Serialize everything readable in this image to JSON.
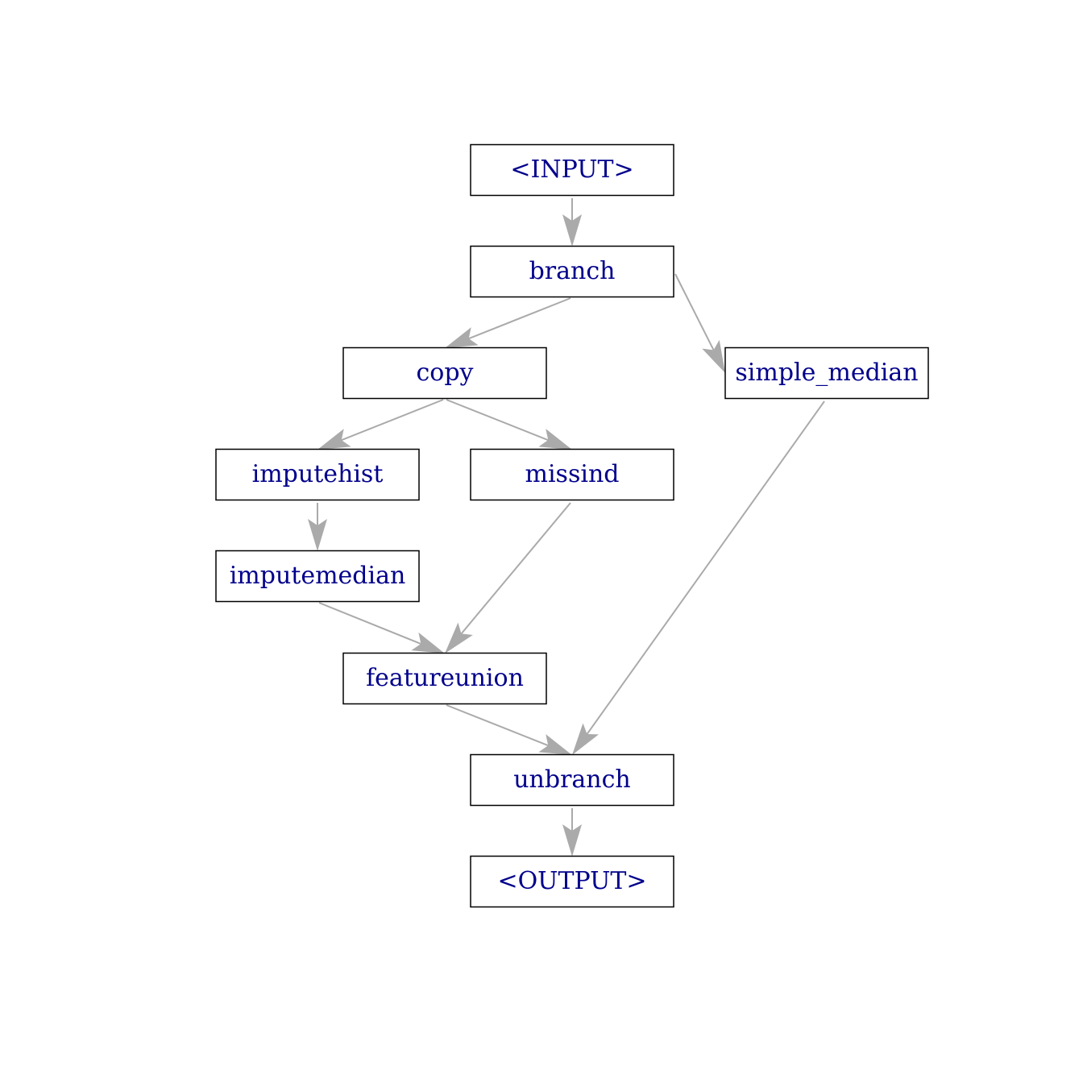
{
  "colors": {
    "node_text": "#00008b",
    "node_border": "#000000",
    "edge": "#aaaaaa",
    "background": "#ffffff"
  },
  "nodes": [
    {
      "id": "input",
      "label": "<INPUT>"
    },
    {
      "id": "branch",
      "label": "branch"
    },
    {
      "id": "copy",
      "label": "copy"
    },
    {
      "id": "simple_median",
      "label": "simple_median"
    },
    {
      "id": "imputehist",
      "label": "imputehist"
    },
    {
      "id": "missind",
      "label": "missind"
    },
    {
      "id": "imputemedian",
      "label": "imputemedian"
    },
    {
      "id": "featureunion",
      "label": "featureunion"
    },
    {
      "id": "unbranch",
      "label": "unbranch"
    },
    {
      "id": "output",
      "label": "<OUTPUT>"
    }
  ],
  "edges": [
    {
      "from": "input",
      "to": "branch"
    },
    {
      "from": "branch",
      "to": "copy"
    },
    {
      "from": "branch",
      "to": "simple_median"
    },
    {
      "from": "copy",
      "to": "imputehist"
    },
    {
      "from": "copy",
      "to": "missind"
    },
    {
      "from": "imputehist",
      "to": "imputemedian"
    },
    {
      "from": "imputemedian",
      "to": "featureunion"
    },
    {
      "from": "missind",
      "to": "featureunion"
    },
    {
      "from": "featureunion",
      "to": "unbranch"
    },
    {
      "from": "simple_median",
      "to": "unbranch"
    },
    {
      "from": "unbranch",
      "to": "output"
    }
  ]
}
